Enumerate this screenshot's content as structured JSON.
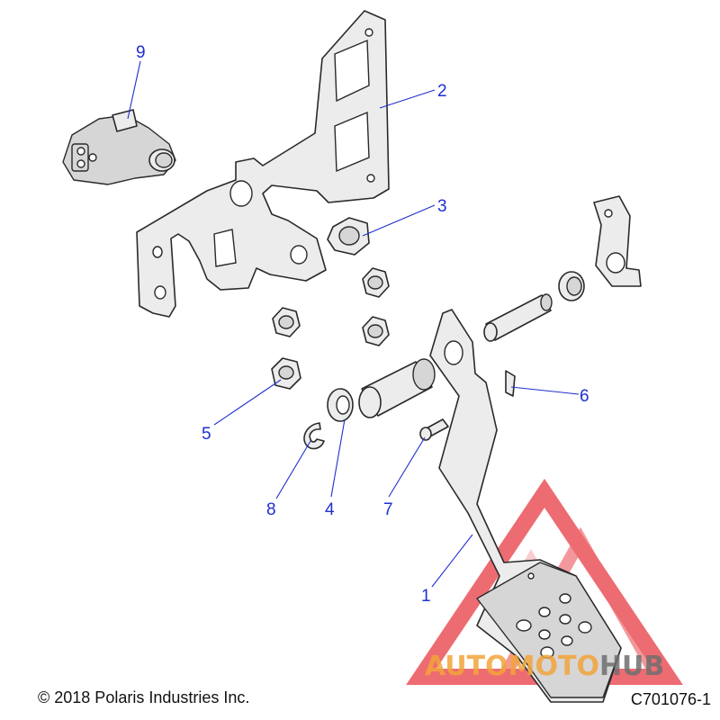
{
  "callouts": {
    "c1": "1",
    "c2": "2",
    "c3": "3",
    "c4": "4",
    "c5": "5",
    "c6": "6",
    "c7": "7",
    "c8": "8",
    "c9": "9"
  },
  "footer": {
    "copyright": "© 2018 Polaris Industries Inc.",
    "diagram_code": "C701076-1"
  },
  "watermark": {
    "brand_part1": "AUTOMOTO",
    "brand_part2": "HUB",
    "color_orange": "#f2a33a",
    "color_red": "#e8434a",
    "color_grey": "#6e6e6e"
  },
  "colors": {
    "callout": "#1f2fd0",
    "line": "#2a2a2a"
  }
}
